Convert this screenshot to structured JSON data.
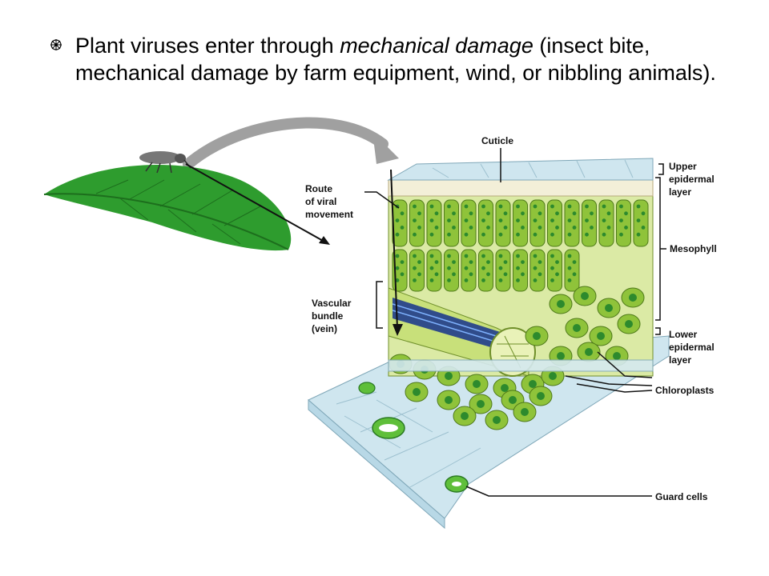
{
  "bullet": {
    "text_before": "Plant viruses enter through ",
    "text_italic": "mechanical damage",
    "text_after": " (insect bite, mechanical damage by farm equipment, wind, or nibbling animals)."
  },
  "labels": {
    "cuticle": "Cuticle",
    "upper_epidermal_1": "Upper",
    "upper_epidermal_2": "epidermal",
    "upper_epidermal_3": "layer",
    "route_1": "Route",
    "route_2": "of viral",
    "route_3": "movement",
    "mesophyll": "Mesophyll",
    "vascular_1": "Vascular",
    "vascular_2": "bundle",
    "vascular_3": "(vein)",
    "lower_epidermal_1": "Lower",
    "lower_epidermal_2": "epidermal",
    "lower_epidermal_3": "layer",
    "chloroplasts": "Chloroplasts",
    "guard_cells": "Guard cells"
  },
  "colors": {
    "leaf": "#2e9c2e",
    "cell_green": "#8fc33a",
    "chloroplast": "#2d8a2d",
    "epidermis": "#cfe6ef",
    "vein_blue": "#1f3c8c",
    "arrow_gray": "#9a9a9a"
  }
}
